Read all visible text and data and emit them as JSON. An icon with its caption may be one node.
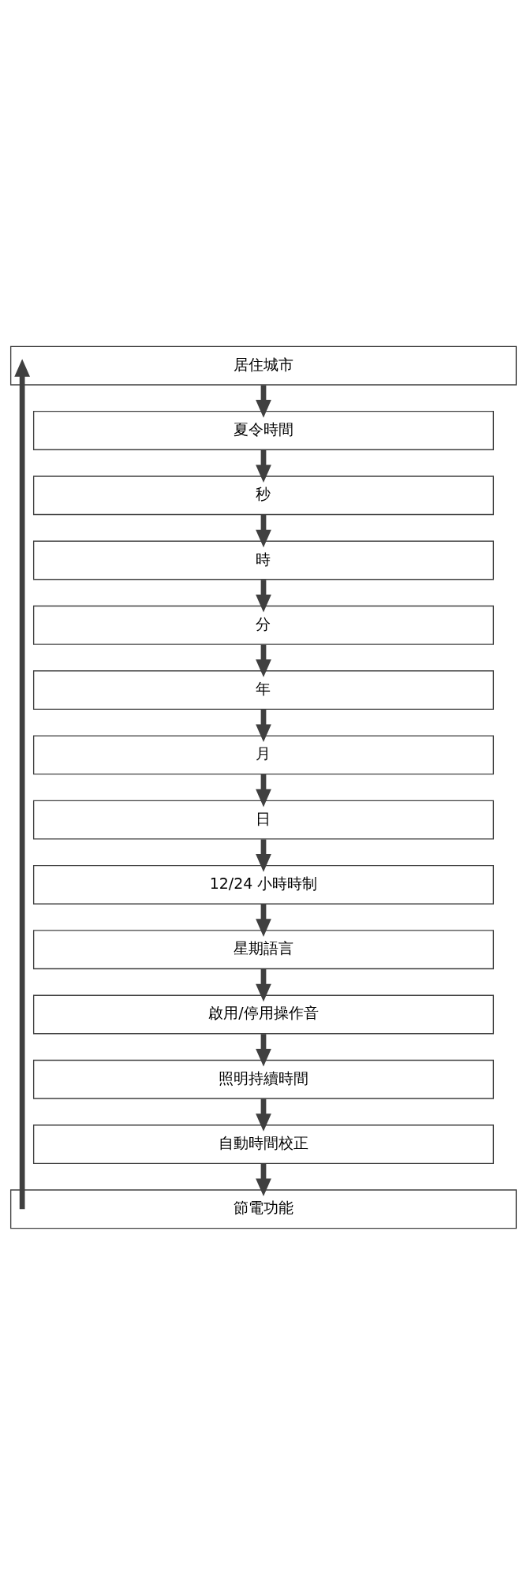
{
  "diagram": {
    "nodes": [
      {
        "text": [
          "居住城市"
        ]
      },
      {
        "text": [
          "夏令時間"
        ]
      },
      {
        "text": [
          "秒"
        ]
      },
      {
        "text": [
          "時"
        ]
      },
      {
        "text": [
          "分"
        ]
      },
      {
        "text": [
          "年"
        ]
      },
      {
        "text": [
          "月"
        ]
      },
      {
        "text": [
          "日"
        ]
      },
      {
        "text": [
          "12/24 小時時制"
        ]
      },
      {
        "text": [
          "星期語言"
        ]
      },
      {
        "text": [
          "啟用/停用操作音"
        ]
      },
      {
        "text": [
          "照明持續時間"
        ]
      },
      {
        "text": [
          "自動時間校正"
        ]
      },
      {
        "text": [
          "節電功能"
        ]
      }
    ],
    "edges": [
      {
        "from": 0,
        "to": 1,
        "arrow": "to"
      },
      {
        "from": 1,
        "to": 2,
        "arrow": "to"
      },
      {
        "from": 2,
        "to": 3,
        "arrow": "to"
      },
      {
        "from": 3,
        "to": 4,
        "arrow": "to"
      },
      {
        "from": 4,
        "to": 5,
        "arrow": "to"
      },
      {
        "from": 5,
        "to": 6,
        "arrow": "to"
      },
      {
        "from": 6,
        "to": 7,
        "arrow": "to"
      },
      {
        "from": 7,
        "to": 8,
        "arrow": "to"
      },
      {
        "from": 8,
        "to": 9,
        "arrow": "to"
      },
      {
        "from": 9,
        "to": 10,
        "arrow": "to"
      },
      {
        "from": 10,
        "to": 11,
        "arrow": "to"
      },
      {
        "from": 11,
        "to": 12,
        "arrow": "to"
      },
      {
        "from": 12,
        "to": 13,
        "arrow": "to"
      },
      {
        "from": 13,
        "to": 0,
        "arrow": "to"
      }
    ]
  }
}
